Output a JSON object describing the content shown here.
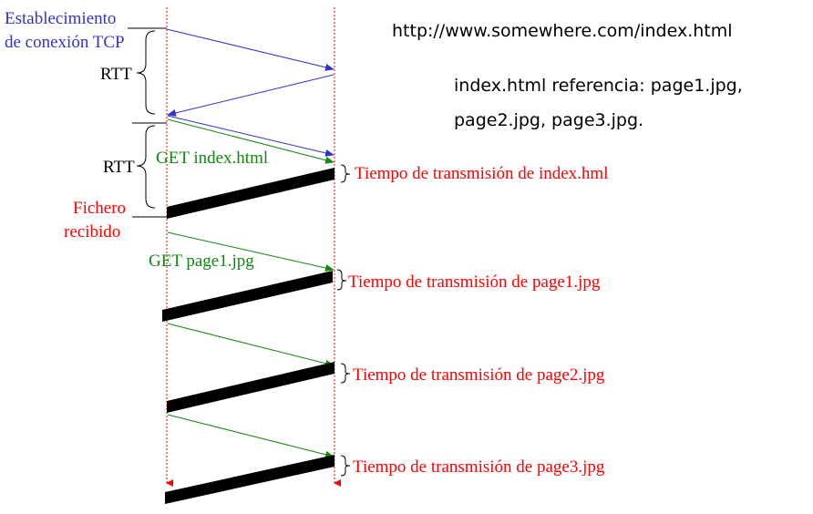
{
  "url": "http://www.somewhere.com/index.html",
  "note": {
    "line1": "index.html referencia: page1.jpg,",
    "line2": "page2.jpg, page3.jpg."
  },
  "connection": {
    "line1": "Establecimiento",
    "line2": "de conexión TCP"
  },
  "rtt_label": "RTT",
  "received": {
    "line1": "Fichero",
    "line2": "recibido"
  },
  "requests": [
    {
      "label": "GET index.html"
    },
    {
      "label": "GET page1.jpg"
    }
  ],
  "transmissions": [
    {
      "label": "Tiempo de transmisión de  index.hml"
    },
    {
      "label": "Tiempo de transmisión de  page1.jpg"
    },
    {
      "label": "Tiempo de transmisión de  page2.jpg"
    },
    {
      "label": "Tiempo de transmisión de  page3.jpg"
    }
  ],
  "colors": {
    "timeline": "#ff0000",
    "tcp_arrow": "#3333cc",
    "request_arrow": "#118811",
    "transfer_bar": "#000000",
    "label_blue": "#3333cc",
    "label_green": "#118811",
    "label_red": "#ff0000",
    "label_black": "#000000"
  }
}
